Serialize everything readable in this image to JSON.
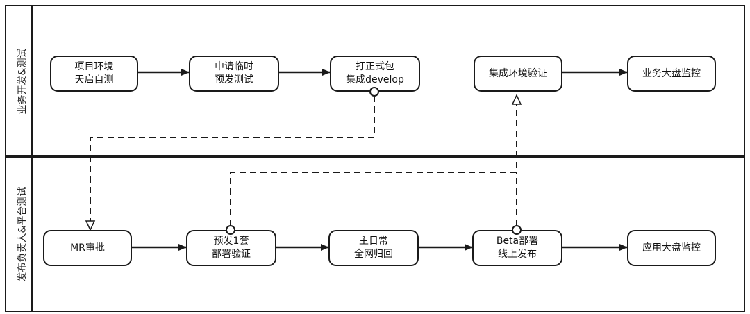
{
  "lanes": [
    {
      "label": "业务开发&测试"
    },
    {
      "label": "发布负责人&平台测试"
    }
  ],
  "nodes": {
    "n1": "项目环境\n天启自测",
    "n2": "申请临时\n预发测试",
    "n3": "打正式包\n集成develop",
    "n4": "集成环境验证",
    "n5": "业务大盘监控",
    "n6": "MR审批",
    "n7": "预发1套\n部署验证",
    "n8": "主日常\n全网归回",
    "n9": "Beta部署\n线上发布",
    "n10": "应用大盘监控"
  },
  "colors": {
    "stroke": "#1a1a1a",
    "background": "#ffffff"
  }
}
